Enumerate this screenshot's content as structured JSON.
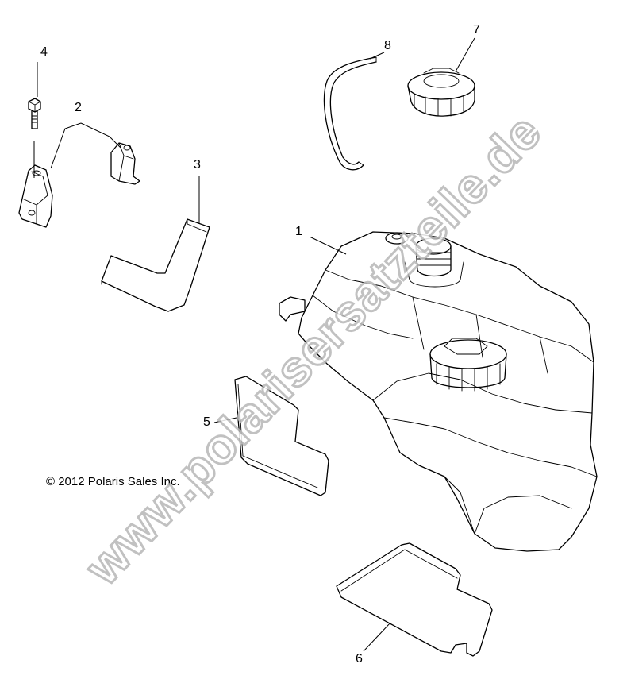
{
  "callouts": [
    "1",
    "2",
    "3",
    "4",
    "5",
    "6",
    "7",
    "8"
  ],
  "copyright": "© 2012 Polaris Sales Inc.",
  "watermark": "www.polarisersatzteile.de",
  "colors": {
    "line": "#000000",
    "watermark_outline": "#b7b7b7",
    "background": "#ffffff"
  }
}
